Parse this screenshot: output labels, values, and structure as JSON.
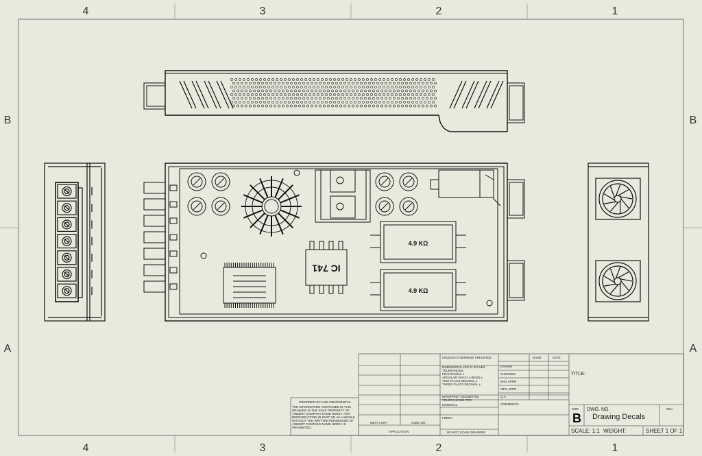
{
  "border": {
    "columns": [
      "4",
      "3",
      "2",
      "1"
    ],
    "rows": [
      "B",
      "A"
    ]
  },
  "parts": {
    "resistor_1": "4.9 KΩ",
    "resistor_2": "4.9 KΩ",
    "chip": "IC 741"
  },
  "proprietary": {
    "heading": "PROPRIETARY AND CONFIDENTIAL",
    "lines": [
      "THE INFORMATION CONTAINED IN THIS",
      "DRAWING IS THE SOLE PROPERTY OF",
      "<INSERT COMPANY NAME HERE>. ANY",
      "REPRODUCTION IN PART OR AS A WHOLE",
      "WITHOUT THE WRITTEN PERMISSION OF",
      "<INSERT COMPANY NAME HERE> IS",
      "PROHIBITED."
    ]
  },
  "title_block": {
    "unless": "UNLESS OTHERWISE SPECIFIED:",
    "name": "NAME",
    "date": "DATE",
    "dims_lines": [
      "DIMENSIONS ARE IN INCHES",
      "TOLERANCES:",
      "FRACTIONAL ±",
      "ANGULAR: MACH ±   BEND ±",
      "TWO PLACE DECIMAL   ±",
      "THREE PLACE DECIMAL  ±"
    ],
    "interpret": [
      "INTERPRET GEOMETRIC",
      "TOLERANCING PER:"
    ],
    "material": "MATERIAL",
    "finish": "FINISH",
    "next_assy": "NEXT ASSY",
    "used_on": "USED ON",
    "application": "APPLICATION",
    "do_not_scale": "DO NOT SCALE DRAWING",
    "drawn": "DRAWN",
    "checked": "CHECKED",
    "eng_appr": "ENG APPR.",
    "mfg_appr": "MFG APPR.",
    "qa": "Q.A.",
    "comments": "COMMENTS:",
    "title_label": "TITLE:",
    "size_label": "SIZE",
    "size_value": "B",
    "dwg_label": "DWG.  NO.",
    "dwg_value": "Drawing Decals",
    "rev_label": "REV",
    "scale": "SCALE: 1:1",
    "weight": "WEIGHT:",
    "sheet": "SHEET 1 OF 1"
  }
}
